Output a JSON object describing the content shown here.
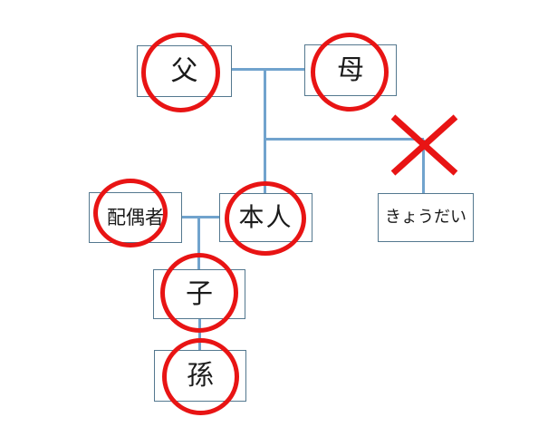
{
  "diagram": {
    "type": "family-tree",
    "nodes": {
      "father": {
        "label": "父",
        "marker": "red-circle"
      },
      "mother": {
        "label": "母",
        "marker": "red-circle"
      },
      "spouse": {
        "label": "配偶者",
        "marker": "red-circle"
      },
      "self": {
        "label": "本人",
        "marker": "red-circle"
      },
      "sibling": {
        "label": "きょうだい",
        "marker": "red-x-on-connector"
      },
      "child": {
        "label": "子",
        "marker": "red-circle"
      },
      "grandchild": {
        "label": "孫",
        "marker": "red-circle"
      }
    },
    "connections": [
      "father - mother",
      "father/mother - self",
      "father/mother - sibling (crossed out)",
      "spouse - self",
      "spouse/self - child",
      "child - grandchild"
    ],
    "colors": {
      "marker_red": "#e81414",
      "connector_blue": "#71a3cd",
      "box_border": "#54788f",
      "text_color": "#1a1a1a",
      "canvas_bg": "#ffffff"
    }
  }
}
